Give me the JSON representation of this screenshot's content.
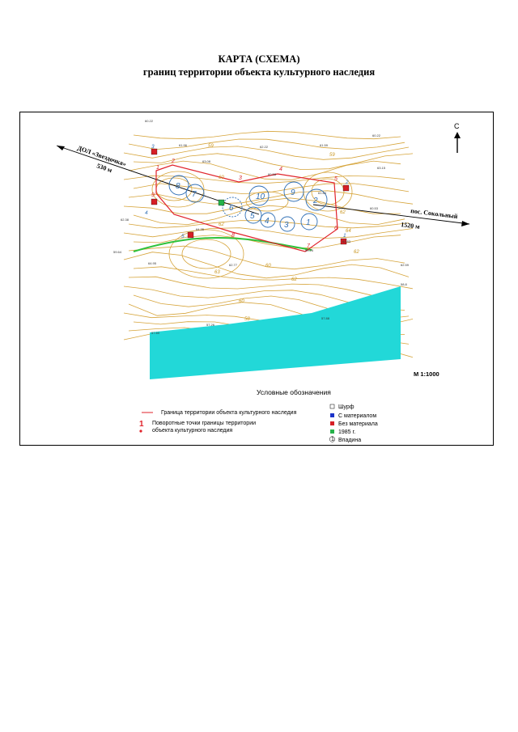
{
  "title": {
    "line1": "КАРТА (СХЕМА)",
    "line2": "границ территории объекта культурного наследия"
  },
  "map": {
    "north": "С",
    "scale": "М 1:1000",
    "road_left": {
      "line1": "ДОЛ «Звездочка»",
      "line2": "530 м"
    },
    "road_right": {
      "line1": "пос. Сокольный",
      "line2": "1520 м"
    },
    "contour_labels": [
      "59",
      "59",
      "60",
      "62",
      "63",
      "64",
      "62",
      "62",
      "60",
      "58",
      "60",
      "62"
    ],
    "spot_heights": [
      "60.22",
      "61.96",
      "63.08",
      "62.22",
      "61.59",
      "60.22",
      "63.15",
      "60.58",
      "60.53",
      "61.64",
      "64.35",
      "62.77",
      "59.64",
      "64.95",
      "62.38",
      "59.25",
      "62.83",
      "62.59",
      "58.8",
      "57.60",
      "57.26",
      "57.88"
    ],
    "boundary_points": [
      "1",
      "2",
      "3",
      "4",
      "5",
      "6",
      "7",
      "8",
      "9"
    ],
    "pit_labels": [
      "3",
      "2",
      "4",
      "5",
      "1"
    ],
    "depression_labels": [
      "8",
      "7",
      "6",
      "10",
      "9",
      "2",
      "5",
      "4",
      "3",
      "1"
    ]
  },
  "legend": {
    "title": "Условные обозначения",
    "boundary_line": "Граница территории объекта культурного наследия",
    "point_number": "1",
    "turning_points_l1": "Поворотные точки границы территории",
    "turning_points_l2": "объекта культурного наследия",
    "pit": "Шурф",
    "with_material": "С материалом",
    "without_material": "Без материала",
    "year_1985": "1985 г.",
    "depression_num": "1",
    "depression": "Впадина"
  },
  "colors": {
    "contour": "#d6a43a",
    "boundary": "#e0232b",
    "water": "#22d8d8",
    "pit_red": "#d61f26",
    "pit_green": "#26b24a",
    "pit_blue": "#1b33c9",
    "depression": "#2f6fb5",
    "green_line": "#2fc23b"
  }
}
